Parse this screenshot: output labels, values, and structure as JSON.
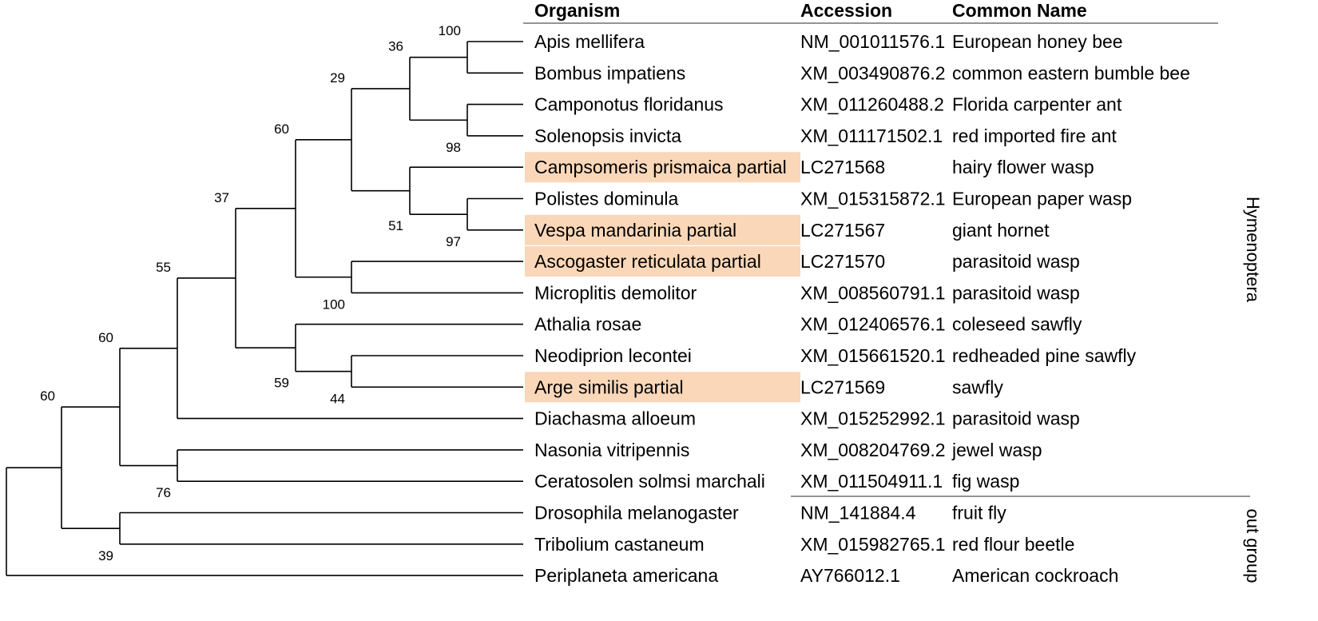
{
  "headers": {
    "organism": "Organism",
    "accession": "Accession",
    "common": "Common Name"
  },
  "highlight_color": "#fad7b8",
  "taxa": [
    {
      "organism": "Apis mellifera",
      "accession": "NM_001011576.1",
      "common": "European honey bee",
      "highlight": false
    },
    {
      "organism": "Bombus impatiens",
      "accession": "XM_003490876.2",
      "common": "common eastern bumble bee",
      "highlight": false
    },
    {
      "organism": "Camponotus floridanus",
      "accession": "XM_011260488.2",
      "common": "Florida carpenter ant",
      "highlight": false
    },
    {
      "organism": "Solenopsis invicta",
      "accession": "XM_011171502.1",
      "common": "red imported fire ant",
      "highlight": false
    },
    {
      "organism": "Campsomeris prismaica partial",
      "accession": "LC271568",
      "common": "hairy flower wasp",
      "highlight": true
    },
    {
      "organism": "Polistes dominula",
      "accession": "XM_015315872.1",
      "common": "European paper wasp",
      "highlight": false
    },
    {
      "organism": "Vespa mandarinia partial",
      "accession": "LC271567",
      "common": "giant hornet",
      "highlight": true
    },
    {
      "organism": "Ascogaster reticulata partial",
      "accession": "LC271570",
      "common": "parasitoid wasp",
      "highlight": true
    },
    {
      "organism": "Microplitis demolitor",
      "accession": "XM_008560791.1",
      "common": "parasitoid wasp",
      "highlight": false
    },
    {
      "organism": "Athalia rosae",
      "accession": "XM_012406576.1",
      "common": "coleseed sawfly",
      "highlight": false
    },
    {
      "organism": "Neodiprion lecontei",
      "accession": "XM_015661520.1",
      "common": "redheaded pine sawfly",
      "highlight": false
    },
    {
      "organism": "Arge similis partial",
      "accession": "LC271569",
      "common": "sawfly",
      "highlight": true
    },
    {
      "organism": "Diachasma alloeum",
      "accession": "XM_015252992.1",
      "common": "parasitoid wasp",
      "highlight": false
    },
    {
      "organism": "Nasonia vitripennis",
      "accession": "XM_008204769.2",
      "common": "jewel wasp",
      "highlight": false
    },
    {
      "organism": "Ceratosolen solmsi marchali",
      "accession": "XM_011504911.1",
      "common": "fig wasp",
      "highlight": false
    },
    {
      "organism": "Drosophila melanogaster",
      "accession": "NM_141884.4",
      "common": "fruit fly",
      "highlight": false
    },
    {
      "organism": "Tribolium castaneum",
      "accession": "XM_015982765.1",
      "common": "red flour beetle",
      "highlight": false
    },
    {
      "organism": "Periplaneta americana",
      "accession": "AY766012.1",
      "common": "American cockroach",
      "highlight": false
    }
  ],
  "tree": {
    "s": "60",
    "c": [
      {
        "s": "60",
        "c": [
          {
            "s": "55",
            "c": [
              {
                "s": "37",
                "c": [
                  {
                    "s": "60",
                    "c": [
                      {
                        "s": "29",
                        "c": [
                          {
                            "s": "36",
                            "c": [
                              {
                                "s": "100",
                                "c": [
                                  {
                                    "leaf": 0
                                  },
                                  {
                                    "leaf": 1
                                  }
                                ]
                              },
                              {
                                "s": "98",
                                "c": [
                                  {
                                    "leaf": 2
                                  },
                                  {
                                    "leaf": 3
                                  }
                                ]
                              }
                            ]
                          },
                          {
                            "s": "51",
                            "c": [
                              {
                                "leaf": 4
                              },
                              {
                                "s": "97",
                                "c": [
                                  {
                                    "leaf": 5
                                  },
                                  {
                                    "leaf": 6
                                  }
                                ]
                              }
                            ]
                          }
                        ]
                      },
                      {
                        "s": "100",
                        "c": [
                          {
                            "leaf": 7
                          },
                          {
                            "leaf": 8
                          }
                        ]
                      }
                    ]
                  },
                  {
                    "s": "59",
                    "c": [
                      {
                        "leaf": 9
                      },
                      {
                        "s": "44",
                        "c": [
                          {
                            "leaf": 10
                          },
                          {
                            "leaf": 11
                          }
                        ]
                      }
                    ]
                  }
                ]
              },
              {
                "leaf": 12
              }
            ]
          },
          {
            "s": "76",
            "c": [
              {
                "leaf": 13
              },
              {
                "leaf": 14
              }
            ]
          }
        ]
      },
      {
        "s": "39",
        "c": [
          {
            "leaf": 15
          },
          {
            "leaf": 16
          }
        ]
      }
    ]
  },
  "outer_leaf": 17,
  "groups": {
    "hymenoptera": "Hymenoptera",
    "outgroup": "out group"
  }
}
